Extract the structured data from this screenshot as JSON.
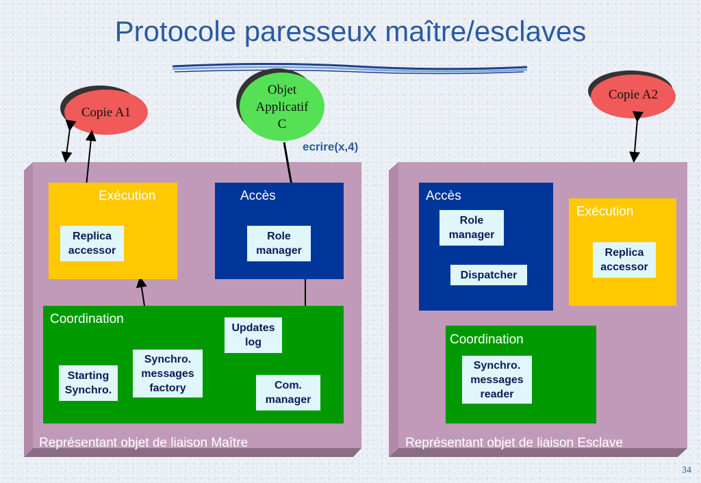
{
  "slide": {
    "title": "Protocole paresseux maître/esclaves",
    "page_number": "34"
  },
  "colors": {
    "panel": "#c09ab8",
    "execution": "#ffc800",
    "acces": "#00359a",
    "coordination": "#009a00",
    "copie": "#f05a5a",
    "objet": "#55e055",
    "white_box": "#dff7fb"
  },
  "copies": {
    "a1": "Copie A1",
    "a2": "Copie A2"
  },
  "objet": "Objet\nApplicatif\nC",
  "ecrire": "ecrire(x,4)",
  "master": {
    "footer": "Représentant objet de liaison Maître",
    "execution": {
      "label": "Exécution",
      "replica": "Replica\naccessor"
    },
    "acces": {
      "label": "Accès",
      "role": "Role\nmanager"
    },
    "coordination": {
      "label": "Coordination",
      "updates_log": "Updates\nlog",
      "synchro_factory": "Synchro.\nmessages\nfactory",
      "starting": "Starting\nSynchro.",
      "com_manager": "Com.\nmanager"
    }
  },
  "slave": {
    "footer": "Représentant objet de liaison Esclave",
    "acces": {
      "label": "Accès",
      "role": "Role\nmanager",
      "dispatcher": "Dispatcher"
    },
    "execution": {
      "label": "Exécution",
      "replica": "Replica\naccessor"
    },
    "coordination": {
      "label": "Coordination",
      "synchro_reader": "Synchro.\nmessages\nreader"
    }
  }
}
